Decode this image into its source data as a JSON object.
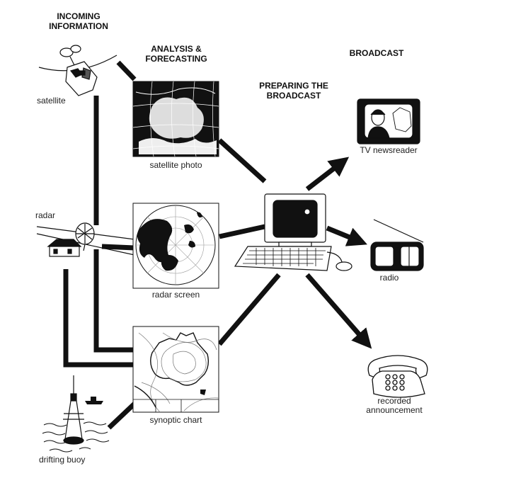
{
  "headings": {
    "incoming": "INCOMING\nINFORMATION",
    "analysis": "ANALYSIS &\nFORECASTING",
    "preparing": "PREPARING THE\nBROADCAST",
    "broadcast": "BROADCAST"
  },
  "labels": {
    "satellite": "satellite",
    "radar": "radar",
    "drifting_buoy": "drifting buoy",
    "satellite_photo": "satellite photo",
    "radar_screen": "radar screen",
    "synoptic_chart": "synoptic chart",
    "tv_newsreader": "TV newsreader",
    "radio": "radio",
    "recorded_announcement": "recorded\nannouncement"
  },
  "icons": {
    "satellite": "satellite-icon",
    "radar": "radar-station-icon",
    "buoy": "drifting-buoy-icon",
    "ship": "ship-icon",
    "computer": "computer-icon",
    "tv": "tv-icon",
    "radio": "radio-icon",
    "telephone": "telephone-icon"
  },
  "colors": {
    "ink": "#111111",
    "paper": "#ffffff"
  }
}
